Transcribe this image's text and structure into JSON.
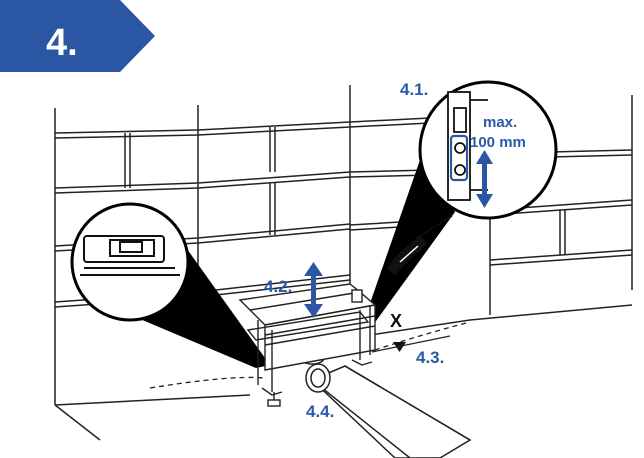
{
  "step": {
    "number": "4."
  },
  "labels": {
    "leveling": "4.2.",
    "height_adjust": "4.1.",
    "max_line1": "max.",
    "max_line2": "100 mm",
    "floor_gap": "4.3.",
    "drain_pipe": "4.4.",
    "x_mark": "X"
  },
  "colors": {
    "badge": "#2b56a3",
    "arrow": "#2b56a3",
    "label": "#2a59a6",
    "lines": "#222222",
    "zoom_cone": "#000000"
  },
  "icons": [
    "spirit-level-icon",
    "screwdriver-icon",
    "up-down-arrow-icon",
    "down-arrow-icon"
  ]
}
